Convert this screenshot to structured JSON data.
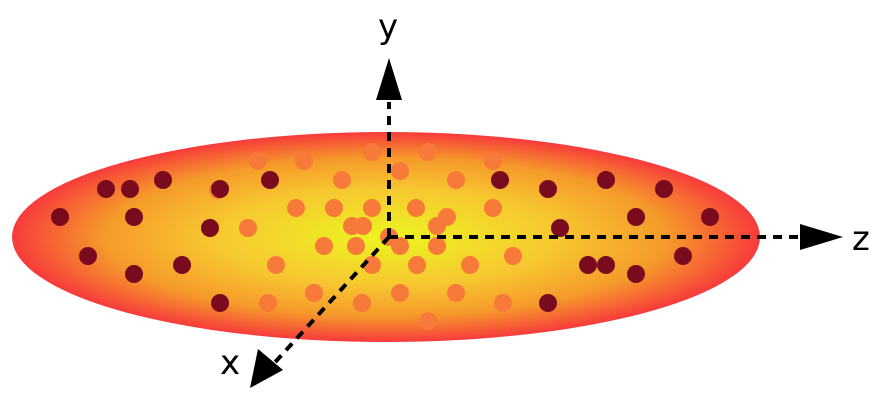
{
  "axes": {
    "x_label": "x",
    "y_label": "y",
    "z_label": "z"
  },
  "colors": {
    "ellipsoid_center": "#ecf520",
    "ellipsoid_mid": "#f5a623",
    "ellipsoid_edge": "#f73b3b",
    "inner_particle": "#f77a3a",
    "outer_particle": "#7a0a1e",
    "axis": "#000000"
  },
  "particles": {
    "inner_count": 36,
    "outer_count": 24
  }
}
